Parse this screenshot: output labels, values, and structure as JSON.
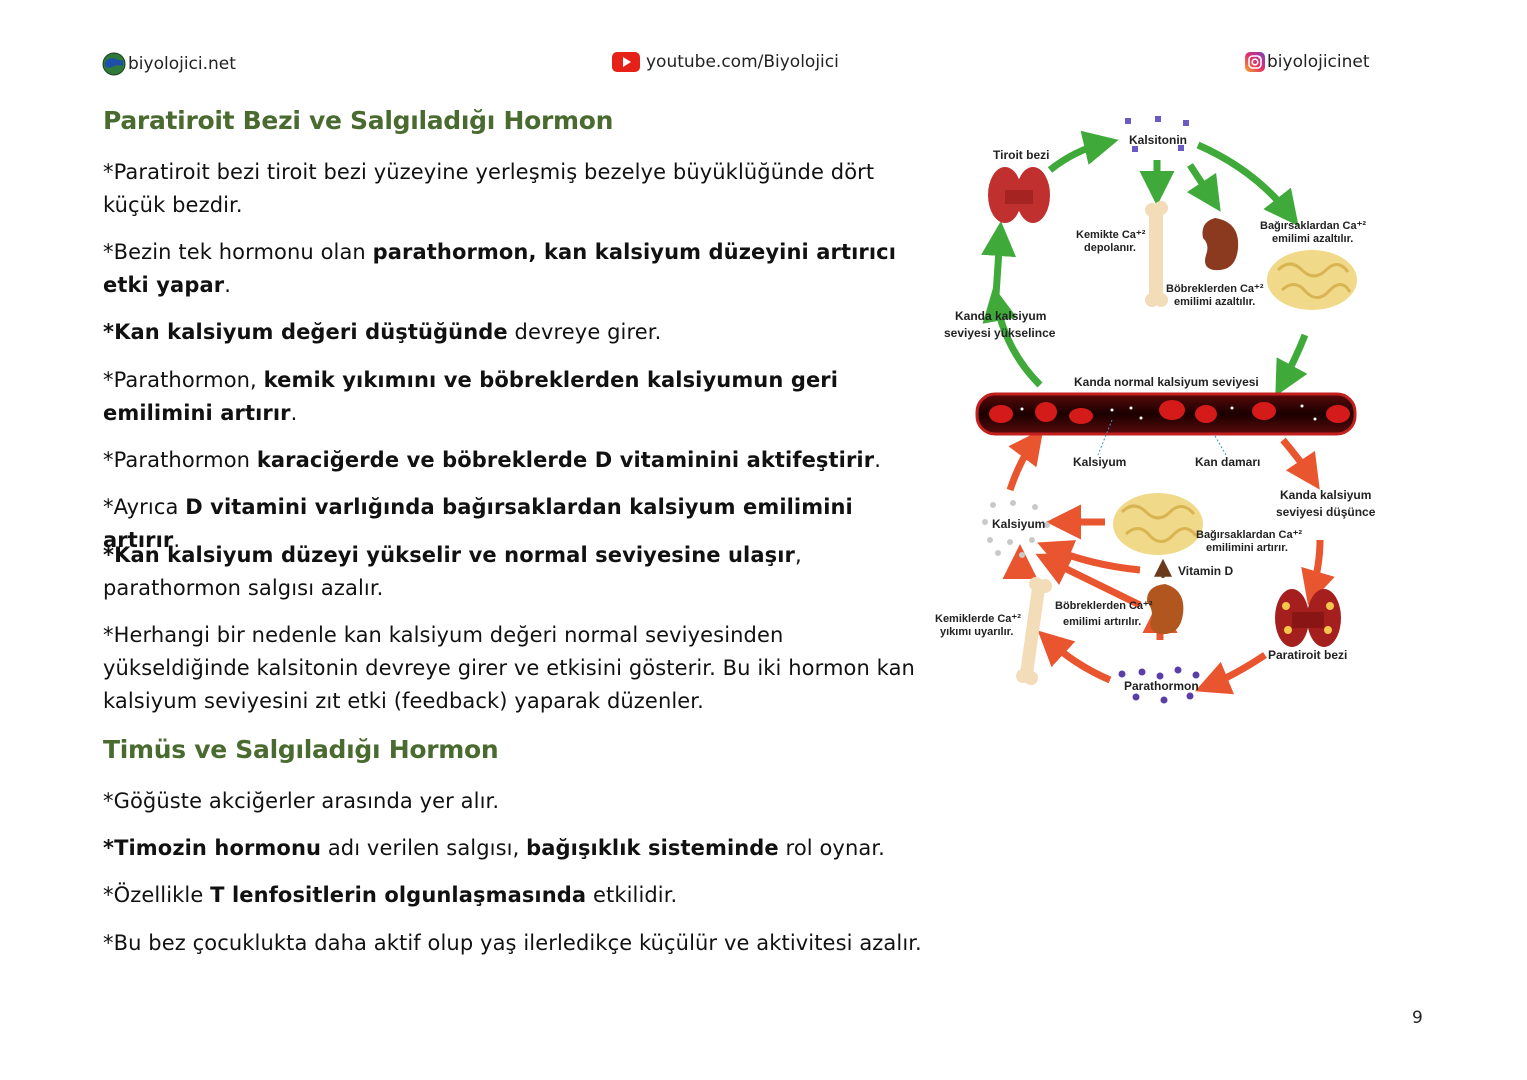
{
  "header": {
    "left": "biyolojici.net",
    "center": "youtube.com/Biyolojici",
    "right": "biyolojicinet",
    "left_icon": "globe-icon",
    "center_icon": "youtube-icon",
    "right_icon": "instagram-icon"
  },
  "section1": {
    "title": "Paratiroit Bezi ve Salgıladığı Hormon",
    "p1": {
      "a": "*Paratiroit bezi tiroit bezi yüzeyine yerleşmiş bezelye büyüklüğünde dört küçük bezdir."
    },
    "p2": {
      "a": "*Bezin tek hormonu olan ",
      "b": "parathormon, kan kalsiyum düzeyini artırıcı etki yapar",
      "c": "."
    },
    "p3": {
      "b": "*Kan kalsiyum değeri düştüğünde",
      "c": " devreye girer."
    },
    "p4": {
      "a": "*Parathormon, ",
      "b": "kemik yıkımını ve böbreklerden kalsiyumun geri emilimini artırır",
      "c": "."
    },
    "p5": {
      "a": "*Parathormon ",
      "b": "karaciğerde ve böbreklerde D vitaminini aktifeştirir",
      "c": "."
    },
    "p6": {
      "a": "*Ayrıca ",
      "b": "D vitamini varlığında bağırsaklardan kalsiyum emilimini artırır",
      "c": "."
    },
    "p7": {
      "b": "*Kan kalsiyum düzeyi yükselir ve normal seviyesine ulaşır",
      "c": ", parathormon salgısı azalır."
    },
    "p8": {
      "a": "*Herhangi bir nedenle kan kalsiyum değeri normal seviyesinden yükseldiğinde kalsitonin devreye girer ve etkisini gösterir. Bu iki hormon kan kalsiyum seviyesini zıt etki (feedback) yaparak düzenler."
    }
  },
  "section2": {
    "title": "Timüs ve Salgıladığı Hormon",
    "p1": {
      "a": "*Göğüste akciğerler arasında yer alır."
    },
    "p2": {
      "b1": "*Timozin hormonu",
      "a": " adı verilen salgısı, ",
      "b2": "bağışıklık sisteminde",
      "c": " rol oynar."
    },
    "p3": {
      "a": "*Özellikle ",
      "b": "T lenfositlerin olgunlaşmasında",
      "c": " etkilidir."
    },
    "p4": {
      "a": "*Bu bez çocuklukta daha aktif olup yaş ilerledikçe küçülür ve aktivitesi azalır."
    }
  },
  "diagram": {
    "tiroit": "Tiroit bezi",
    "kalsitonin": "Kalsitonin",
    "kemik_depo_1": "Kemikte Ca⁺²",
    "kemik_depo_2": "depolanır.",
    "bagirsak_top_1": "Bağırsaklardan Ca⁺²",
    "bagirsak_top_2": "emilimi azaltılır.",
    "bobrek_top_1": "Böbreklerden Ca⁺²",
    "bobrek_top_2": "emilimi azaltılır.",
    "kanda_yuksel_1": "Kanda kalsiyum",
    "kanda_yuksel_2": "seviyesi yükselince",
    "normal": "Kanda normal kalsiyum seviyesi",
    "kalsiyum_label": "Kalsiyum",
    "kan_damari": "Kan damarı",
    "kanda_dusuk_1": "Kanda kalsiyum",
    "kanda_dusuk_2": "seviyesi düşünce",
    "kalsiyum_pool": "Kalsiyum",
    "bagirsak_bot_1": "Bağırsaklardan Ca⁺²",
    "bagirsak_bot_2": "emilimini artırır.",
    "vitamin_d": "Vitamin D",
    "bobrek_bot_1": "Böbreklerden Ca⁺²",
    "bobrek_bot_2": "emilimi artırılır.",
    "kemik_yikim_1": "Kemiklerde Ca⁺²",
    "kemik_yikim_2": "yıkımı uyarılır.",
    "paratiroit": "Paratiroit bezi",
    "parathormon": "Parathormon"
  },
  "page_number": "9"
}
